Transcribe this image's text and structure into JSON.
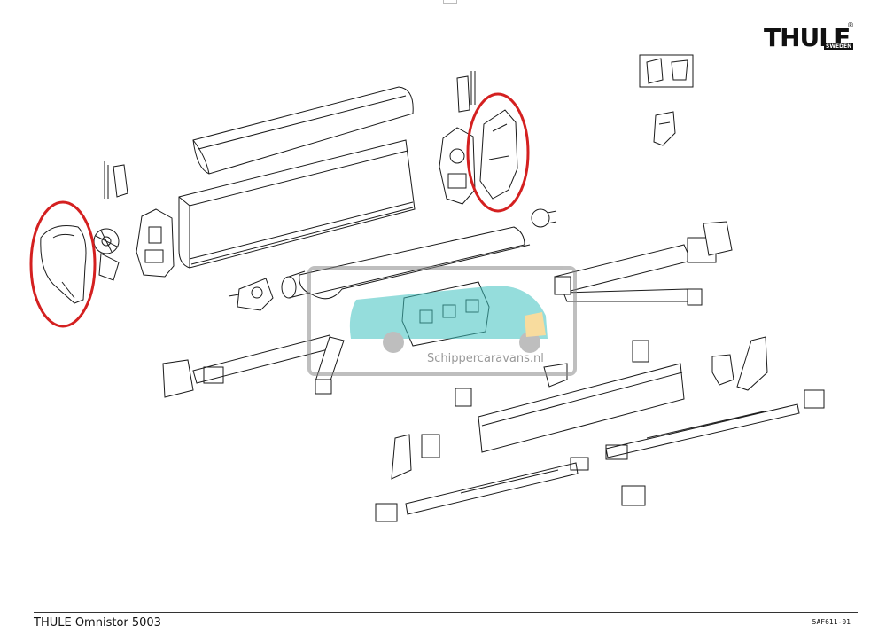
{
  "brand": {
    "logo_text": "THULE",
    "logo_subtext": "SWEDEN",
    "registered_mark": "®"
  },
  "watermark": {
    "text": "Schippercaravans.nl",
    "color": "#3fc3c0"
  },
  "footer": {
    "title": "THULE Omnistor 5003",
    "code": "5AF611-01"
  },
  "highlight_color": "#d42020"
}
